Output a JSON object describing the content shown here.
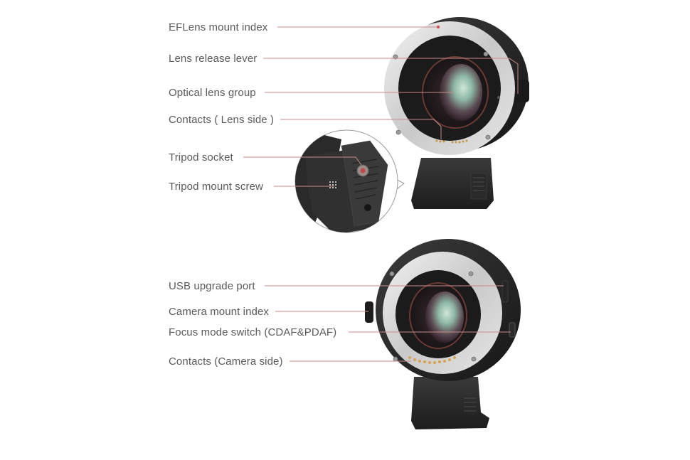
{
  "diagram": {
    "subject": "Lens mount adapter / speed booster (EF lens to mirrorless body)",
    "leader_line_color": "#c98a8a",
    "top_view": {
      "name": "Lens side view",
      "callouts": [
        {
          "label": "EFLens mount index",
          "target": "mount index dot at top of bayonet ring"
        },
        {
          "label": "Lens release lever",
          "target": "release lever on right side"
        },
        {
          "label": "Optical lens group",
          "target": "center optical element"
        },
        {
          "label": "Contacts ( Lens side )",
          "target": "lens-side electronic contacts"
        }
      ]
    },
    "inset": {
      "name": "Tripod foot close-up",
      "callouts": [
        {
          "label": "Tripod socket",
          "target": "threaded tripod socket on foot"
        },
        {
          "label": "Tripod mount screw",
          "target": "tripod mount screw on foot side"
        }
      ]
    },
    "bottom_view": {
      "name": "Camera side view",
      "callouts": [
        {
          "label": "USB upgrade port",
          "target": "USB port on right edge"
        },
        {
          "label": "Camera mount index",
          "target": "camera mount index button on left"
        },
        {
          "label": "Focus mode switch (CDAF&PDAF)",
          "target": "focus mode switch on right side"
        },
        {
          "label": "Contacts (Camera side)",
          "target": "camera-side contact pins"
        }
      ]
    }
  }
}
